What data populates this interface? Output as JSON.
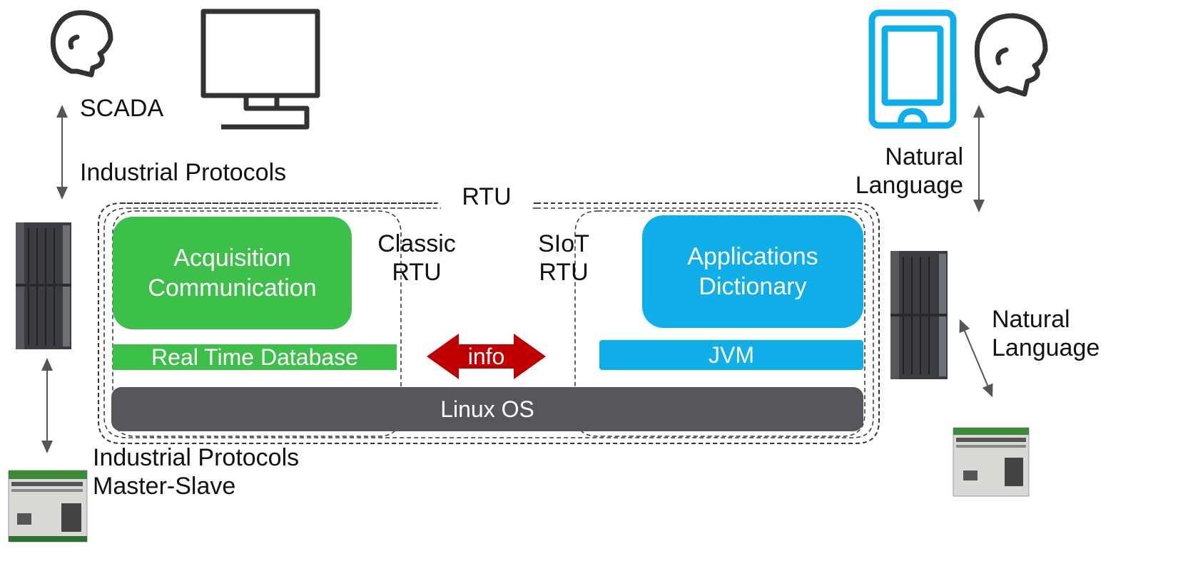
{
  "labels": {
    "scada": "SCADA",
    "industrial_protocols_top": "Industrial Protocols",
    "rtu": "RTU",
    "classic_rtu_line1": "Classic",
    "classic_rtu_line2": "RTU",
    "siot_rtu_line1": "SIoT",
    "siot_rtu_line2": "RTU",
    "natural_language_top_line1": "Natural",
    "natural_language_top_line2": "Language",
    "natural_language_right_line1": "Natural",
    "natural_language_right_line2": "Language",
    "industrial_protocols_bottom_line1": "Industrial Protocols",
    "industrial_protocols_bottom_line2": "Master-Slave"
  },
  "blocks": {
    "acquisition_line1": "Acquisition",
    "acquisition_line2": "Communication",
    "applications_line1": "Applications",
    "applications_line2": "Dictionary",
    "realtime_db": "Real Time Database",
    "jvm": "JVM",
    "linux_os": "Linux  OS",
    "info": "info"
  },
  "colors": {
    "green": "#3cc04a",
    "blue": "#10aee9",
    "dark_gray": "#56575c",
    "info_red": "#c00000",
    "icon_outline": "#333333"
  },
  "icons": [
    "head-icon",
    "monitor-icon",
    "smartphone-icon",
    "rtu-device-icon",
    "plc-module-icon"
  ]
}
